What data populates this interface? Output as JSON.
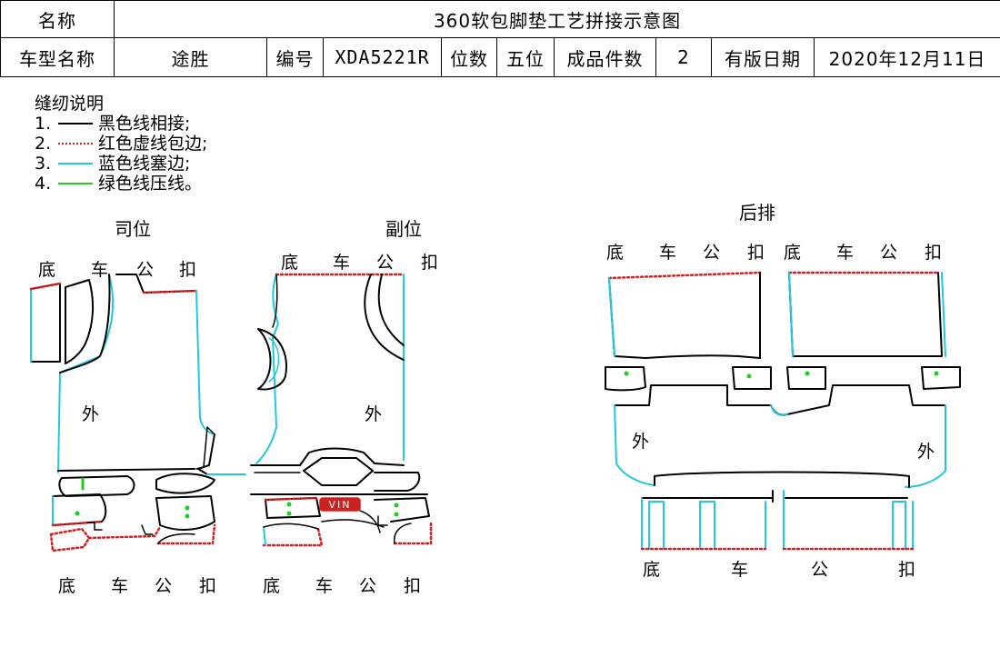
{
  "header": {
    "name_label": "名称",
    "title": "360软包脚垫工艺拼接示意图",
    "model_label": "车型名称",
    "model_value": "途胜",
    "code_label": "编号",
    "code_value": "XDA5221R",
    "seats_label": "位数",
    "seats_value": "五位",
    "pieces_label": "成品件数",
    "pieces_value": "2",
    "date_label": "有版日期",
    "date_value": "2020年12月11日"
  },
  "notes": {
    "title": "缝纫说明",
    "items": [
      {
        "num": "1.",
        "text": "黑色线相接;",
        "color": "#000000",
        "style": "solid"
      },
      {
        "num": "2.",
        "text": "红色虚线包边;",
        "color": "#d62020",
        "style": "dotted"
      },
      {
        "num": "3.",
        "text": "蓝色线塞边;",
        "color": "#22c8dc",
        "style": "solid"
      },
      {
        "num": "4.",
        "text": "绿色线压线。",
        "color": "#22cc22",
        "style": "solid"
      }
    ]
  },
  "sections": {
    "driver": "司位",
    "passenger": "副位",
    "rear": "后排"
  },
  "labels": {
    "di": "底",
    "che": "车",
    "gong": "公",
    "kou": "扣",
    "outer": "外",
    "vin": "VIN"
  },
  "colors": {
    "black": "#000000",
    "red": "#d62020",
    "cyan": "#22c8dc",
    "green": "#22cc22"
  }
}
